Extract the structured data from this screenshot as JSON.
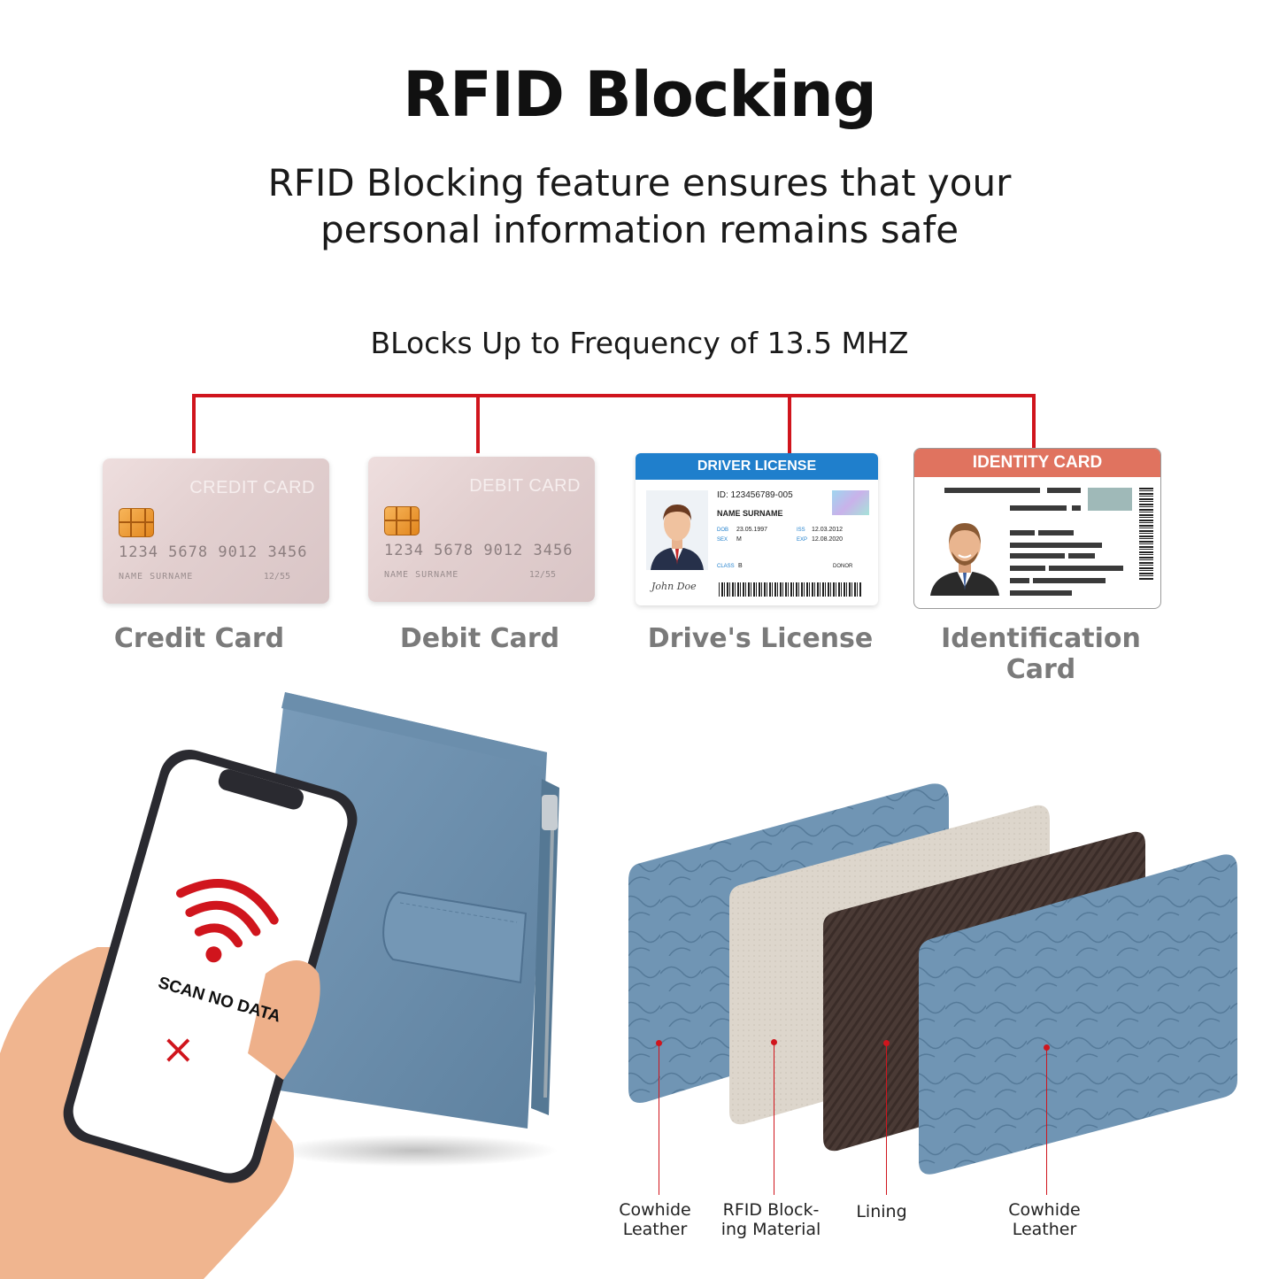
{
  "header": {
    "title": "RFID Blocking",
    "subtitle_line1": "RFID Blocking feature ensures that your",
    "subtitle_line2": "personal information remains safe",
    "frequency": "BLocks Up to Frequency of 13.5 MHZ"
  },
  "cards": {
    "credit": {
      "label": "Credit Card",
      "card_title": "CREDIT CARD",
      "number": "1234 5678 9012 3456",
      "name": "NAME SURNAME",
      "exp": "12/55"
    },
    "debit": {
      "label": "Debit Card",
      "card_title": "DEBIT CARD",
      "number": "1234 5678 9012 3456",
      "name": "NAME SURNAME",
      "exp": "12/55"
    },
    "driver": {
      "label": "Drive's License",
      "card_title": "DRIVER LICENSE",
      "id": "ID: 123456789-005",
      "name": "NAME SURNAME",
      "dob_label": "DOB",
      "dob": "23.05.1997",
      "sex_label": "SEX",
      "sex": "M",
      "iss_label": "ISS",
      "iss": "12.03.2012",
      "exp_label": "EXP",
      "exp": "12.08.2020",
      "class_label": "CLASS",
      "class": "B",
      "donor": "DONOR",
      "signature": "John Doe"
    },
    "identity": {
      "label": "Identification Card",
      "card_title": "IDENTITY CARD"
    }
  },
  "phone": {
    "scan_text": "SCAN NO DATA",
    "x_mark": "×"
  },
  "layers": [
    {
      "line1": "Cowhide",
      "line2": "Leather"
    },
    {
      "line1": "RFID Block-",
      "line2": "ing Material"
    },
    {
      "line1": "Lining",
      "line2": ""
    },
    {
      "line1": "Cowhide",
      "line2": "Leather"
    }
  ],
  "colors": {
    "accent_red": "#d0151d",
    "leather_blue": "#6f94b3",
    "rfid_beige": "#ddd6cc",
    "lining_brown": "#4a3a35",
    "driver_blue": "#1f7fcc",
    "identity_coral": "#e0735f"
  }
}
